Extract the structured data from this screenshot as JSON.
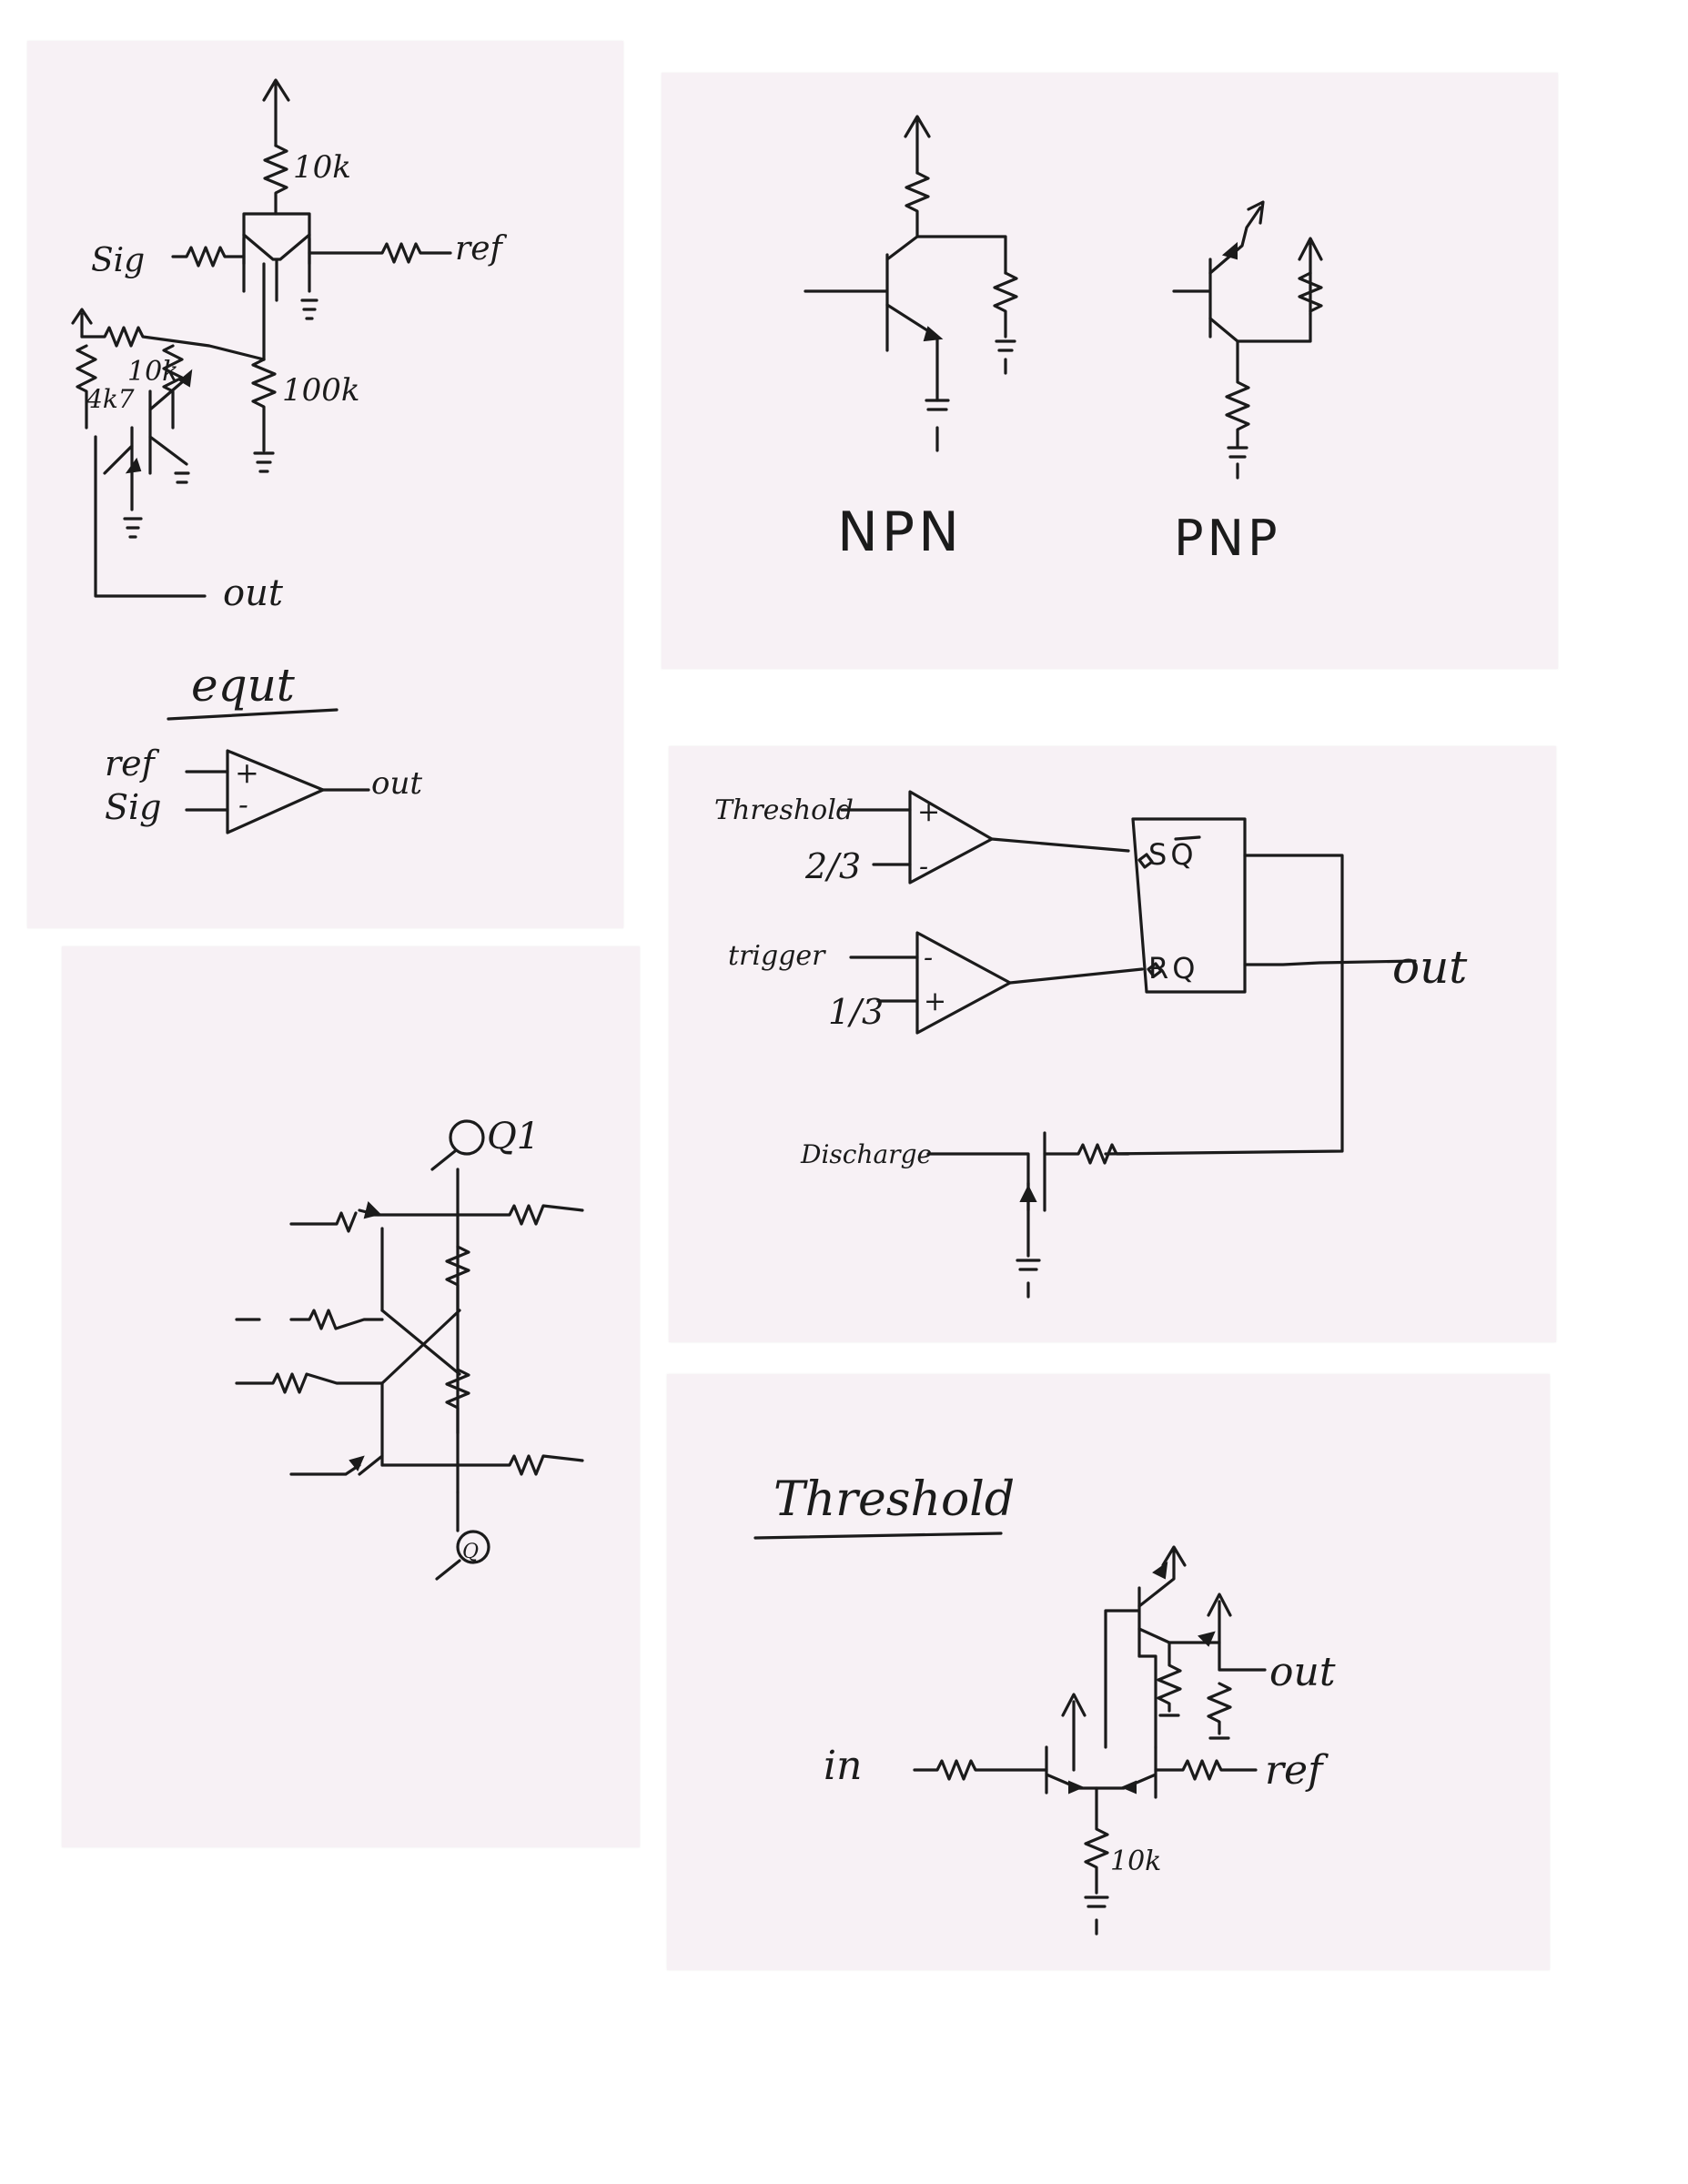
{
  "cards": {
    "comparator": {
      "labels": {
        "r_top": "10k",
        "sig": "Sig",
        "ref": "ref",
        "r_left": "4k7",
        "r_mid": "10k",
        "r_bottom": "100k",
        "out": "out"
      },
      "equiv": {
        "title": "equt",
        "in_top": "ref",
        "in_bottom": "Sig",
        "plus": "+",
        "minus": "-",
        "out": "out"
      }
    },
    "transistors": {
      "npn": "NPN",
      "pnp": "PNP"
    },
    "timer": {
      "threshold": "Threshold",
      "two_thirds": "2/3",
      "trigger": "trigger",
      "one_third": "1/3",
      "plus": "+",
      "minus": "-",
      "sq": "SQ",
      "rq": "RQ",
      "out": "out",
      "discharge": "Discharge"
    },
    "flipflop": {
      "q1": "Q1",
      "q2": "Q"
    },
    "threshold": {
      "title": "Threshold",
      "in": "in",
      "out": "out",
      "ref": "ref",
      "r": "10k"
    }
  }
}
